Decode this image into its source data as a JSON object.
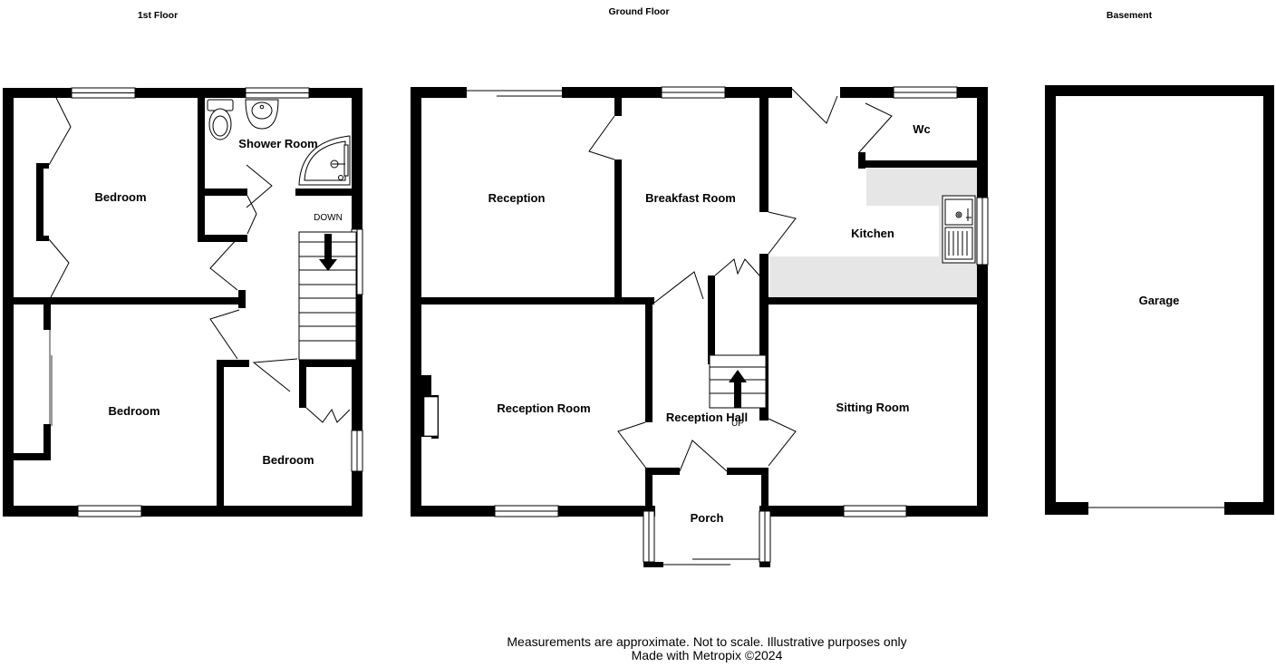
{
  "floors": {
    "first": {
      "title": "1st Floor",
      "rooms": {
        "bedroom_a": "Bedroom",
        "shower_room": "Shower Room",
        "bedroom_b": "Bedroom",
        "bedroom_c": "Bedroom"
      },
      "stair_label": "DOWN"
    },
    "ground": {
      "title": "Ground Floor",
      "rooms": {
        "reception": "Reception",
        "breakfast_room": "Breakfast Room",
        "wc": "Wc",
        "kitchen": "Kitchen",
        "reception_room": "Reception Room",
        "reception_hall": "Reception Hall",
        "sitting_room": "Sitting Room",
        "porch": "Porch"
      },
      "stair_label": "UP"
    },
    "basement": {
      "title": "Basement",
      "rooms": {
        "garage": "Garage"
      }
    }
  },
  "footer": {
    "disclaimer": "Measurements are approximate.  Not to scale.  Illustrative purposes only",
    "credit": "Made with Metropix ©2024"
  }
}
